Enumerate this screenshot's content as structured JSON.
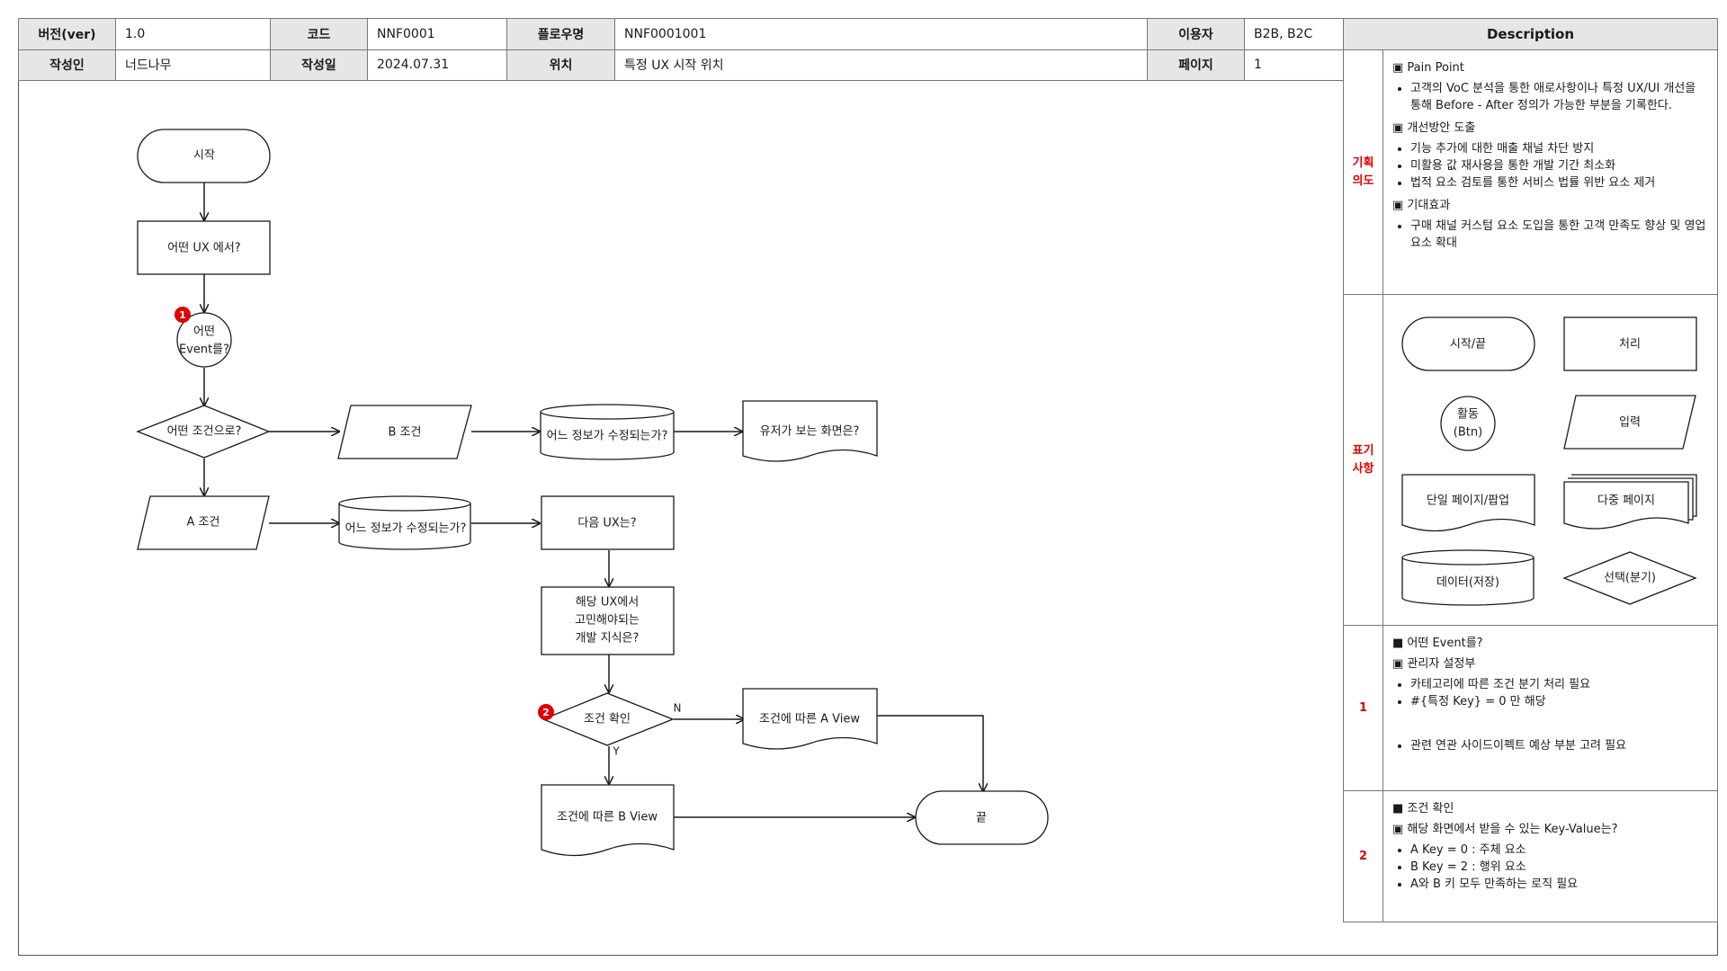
{
  "header": {
    "version_label": "버전(ver)",
    "version": "1.0",
    "code_label": "코드",
    "code": "NNF0001",
    "flow_label": "플로우명",
    "flow": "NNF0001001",
    "user_label": "이용자",
    "user": "B2B, B2C",
    "author_label": "작성인",
    "author": "너드나무",
    "date_label": "작성일",
    "date": "2024.07.31",
    "location_label": "위치",
    "location": "특정 UX 시작 위치",
    "page_label": "페이지",
    "page": "1"
  },
  "description": {
    "title": "Description",
    "intent": {
      "label": "기획\n의도",
      "sections": [
        {
          "title": "▣ Pain Point",
          "items": [
            "고객의 VoC 분석을 통한 애로사항이나 특정 UX/UI 개선을 통해 Before - After 정의가 가능한 부분을 기록한다."
          ]
        },
        {
          "title": "▣ 개선방안 도출",
          "items": [
            "기능 추가에 대한 매출 채널 차단 방지",
            "미활용 값 재사용을 통한 개발 기간 최소화",
            "법적 요소 검토를 통한 서비스 법률 위반 요소 제거"
          ]
        },
        {
          "title": "▣ 기대효과",
          "items": [
            "구매 채널 커스텀 요소 도입을 통한 고객 만족도 향상 및 영업 요소 확대"
          ]
        }
      ]
    },
    "legend": {
      "label": "표기\n사항",
      "items": [
        "시작/끝",
        "처리",
        "활동\n(Btn)",
        "입력",
        "단일 페이지/팝업",
        "다중 페이지",
        "데이터(저장)",
        "선택(분기)"
      ]
    },
    "note1": {
      "label": "1",
      "title": "■ 어떤 Event를?",
      "subtitle": "▣ 관리자 설정부",
      "items": [
        "카테고리에 따른 조건 분기 처리 필요",
        "#{특정 Key} = 0 만 해당"
      ],
      "extra": "관련 연관 사이드이펙트 예상 부분 고려 필요"
    },
    "note2": {
      "label": "2",
      "title": "■ 조건 확인",
      "subtitle": "▣ 해당 화면에서 받을 수 있는 Key-Value는?",
      "items": [
        "A Key = 0 : 주체 요소",
        "B Key = 2 : 행위 요소",
        "A와 B 키 모두 만족하는 로직 필요"
      ]
    }
  },
  "flow": {
    "start": "시작",
    "which_ux": "어떤 UX 에서?",
    "which_event": "어떤\nEvent를?",
    "which_condition": "어떤 조건으로?",
    "b_condition": "B 조건",
    "data_b": "어느 정보가 수정되는가?",
    "user_screen": "유저가 보는 화면은?",
    "a_condition": "A 조건",
    "data_a": "어느 정보가 수정되는가?",
    "next_ux": "다음 UX는?",
    "dev_knowledge": "해당 UX에서\n고민해야되는\n개발 지식은?",
    "check": "조건 확인",
    "a_view": "조건에 따른 A View",
    "b_view": "조건에 따른 B View",
    "end": "끝",
    "label_n": "N",
    "label_y": "Y",
    "badge1": "1",
    "badge2": "2"
  },
  "colors": {
    "accent_red": "#e00000",
    "header_gray": "#e6e6e6"
  }
}
